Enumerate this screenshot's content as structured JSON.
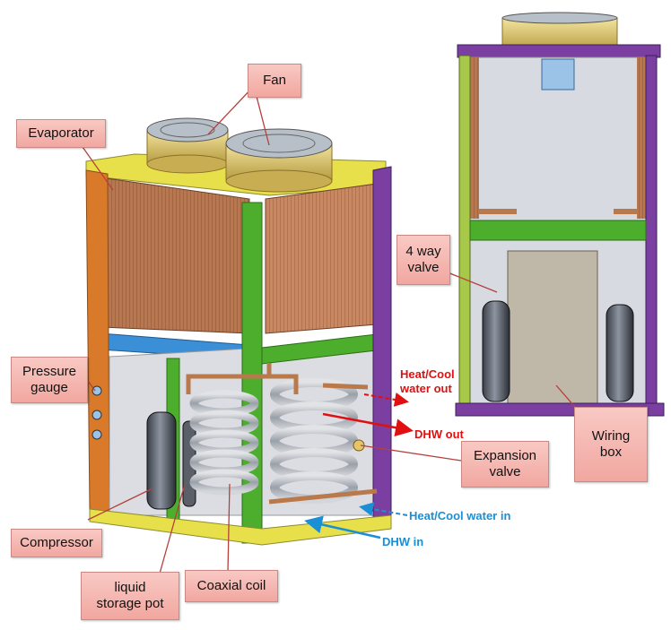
{
  "labels": {
    "fan": "Fan",
    "evaporator": "Evaporator",
    "pressure_gauge": "Pressure\ngauge",
    "compressor": "Compressor",
    "liquid_storage_pot": "liquid\nstorage pot",
    "coaxial_coil": "Coaxial coil",
    "four_way_valve": "4 way\nvalve",
    "expansion_valve": "Expansion\nvalve",
    "wiring_box": "Wiring\nbox"
  },
  "flows": {
    "heat_cool_water_out": "Heat/Cool\nwater out",
    "dhw_out": "DHW out",
    "heat_cool_water_in": "Heat/Cool water in",
    "dhw_in": "DHW in"
  },
  "colors": {
    "callout_fill": "#f4b3ad",
    "leader_line": "#b5403c",
    "hot_flow": "#e01010",
    "cold_flow": "#1a8fd6",
    "frame_green": "#4cae2c",
    "frame_yellow": "#e8e04a",
    "frame_orange": "#d97a2a",
    "frame_purple": "#7a3fa0",
    "frame_blue": "#3a8fd6",
    "coil_copper": "#b9794a",
    "fan_gold": "#d8c26a",
    "wiring_box_gray": "#bfb7a8"
  }
}
